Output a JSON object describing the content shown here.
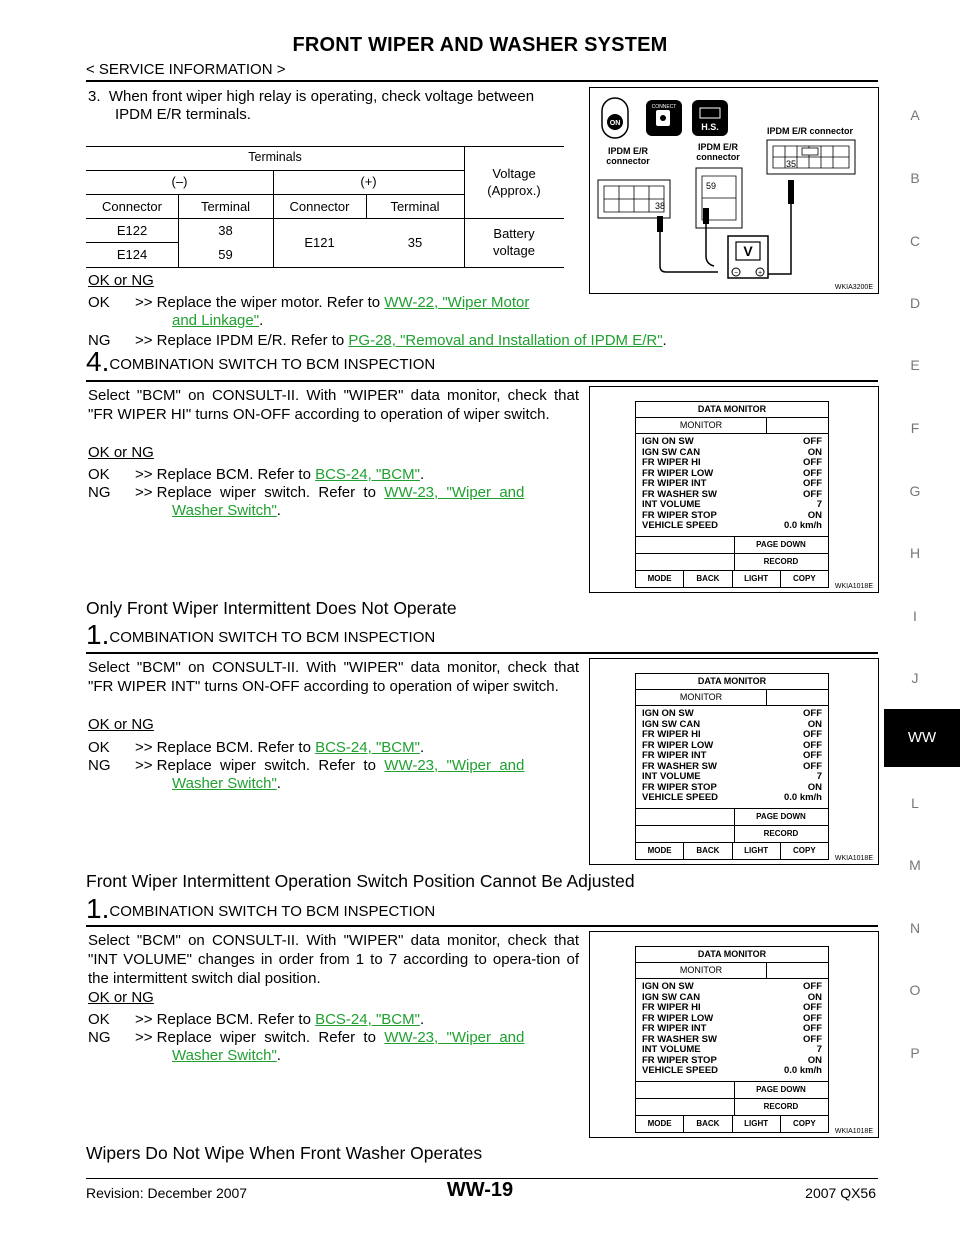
{
  "header": {
    "title": "FRONT WIPER AND WASHER SYSTEM",
    "subtitle": "< SERVICE INFORMATION >"
  },
  "side_index": {
    "letters": [
      "A",
      "B",
      "C",
      "D",
      "E",
      "F",
      "G",
      "H",
      "I",
      "J",
      "WW",
      "L",
      "M",
      "N",
      "O",
      "P"
    ],
    "active": "WW"
  },
  "step3": {
    "text_a": "3.  When front wiper high relay is operating, check voltage between",
    "text_b": "IPDM E/R terminals.",
    "table": {
      "terminals": "Terminals",
      "minus": "(–)",
      "plus": "(+)",
      "voltage": "Voltage",
      "approx": "(Approx.)",
      "col_connector": "Connector",
      "col_terminal": "Terminal",
      "rows": [
        {
          "connector": "E122",
          "terminal": "38"
        },
        {
          "connector": "E124",
          "terminal": "59"
        }
      ],
      "plus_connector": "E121",
      "plus_terminal": "35",
      "battery_a": "Battery",
      "battery_b": "voltage"
    },
    "ok_ng": "OK or NG",
    "ok_label": "OK",
    "ok_text": ">> Replace the wiper motor. Refer to ",
    "ok_link_a": "WW-22, \"Wiper Motor",
    "ok_link_b": "and Linkage\"",
    "ng_label": "NG",
    "ng_text": ">> Replace IPDM E/R. Refer to ",
    "ng_link": "PG-28, \"Removal and Installation of IPDM E/R\"",
    "figure": {
      "id": "WKIA3200E",
      "ipdm1_a": "IPDM E/R",
      "ipdm1_b": "connector",
      "ipdm2_a": "IPDM E/R",
      "ipdm2_b": "connector",
      "ipdm3": "IPDM E/R connector",
      "pin38": "38",
      "pin59": "59",
      "pin35": "35",
      "connect": "CONNECT",
      "on": "ON",
      "hs": "H.S.",
      "meter": "V",
      "minus": "−",
      "plus": "+"
    }
  },
  "step4": {
    "num": "4.",
    "title": "COMBINATION SWITCH TO BCM INSPECTION",
    "text": "Select \"BCM\" on CONSULT-II. With \"WIPER\" data monitor, check that \"FR WIPER HI\" turns ON-OFF according to operation of wiper switch.",
    "ok_ng": "OK or NG",
    "ok_label": "OK",
    "ok_text": ">> Replace BCM. Refer to ",
    "ok_link": "BCS-24, \"BCM\"",
    "ng_label": "NG",
    "ng_text": ">> Replace  wiper  switch.  Refer  to  ",
    "ng_link_a": "WW-23,  \"Wiper  and",
    "ng_link_b": "Washer Switch\""
  },
  "section_b": {
    "heading": "Only Front Wiper Intermittent Does Not Operate",
    "num": "1.",
    "title": "COMBINATION SWITCH TO BCM INSPECTION",
    "text": "Select \"BCM\" on CONSULT-II. With \"WIPER\" data monitor, check that \"FR WIPER INT\" turns ON-OFF according to operation of wiper switch.",
    "ok_ng": "OK or NG",
    "ok_label": "OK",
    "ok_text": ">> Replace BCM. Refer to ",
    "ok_link": "BCS-24, \"BCM\"",
    "ng_label": "NG",
    "ng_text": ">> Replace  wiper  switch.  Refer  to  ",
    "ng_link_a": "WW-23,  \"Wiper  and",
    "ng_link_b": "Washer Switch\""
  },
  "section_c": {
    "heading": "Front Wiper Intermittent Operation Switch Position Cannot Be Adjusted",
    "num": "1.",
    "title": "COMBINATION SWITCH TO BCM INSPECTION",
    "text": "Select \"BCM\" on CONSULT-II. With \"WIPER\" data monitor, check that \"INT VOLUME\" changes in order from 1 to 7 according to opera-tion of the intermittent switch dial position.",
    "ok_ng": "OK or NG",
    "ok_label": "OK",
    "ok_text": ">> Replace BCM. Refer to ",
    "ok_link": "BCS-24, \"BCM\"",
    "ng_label": "NG",
    "ng_text": ">> Replace  wiper  switch.  Refer  to  ",
    "ng_link_a": "WW-23,  \"Wiper  and",
    "ng_link_b": "Washer Switch\""
  },
  "section_d": {
    "heading": "Wipers Do Not Wipe When Front Washer Operates"
  },
  "monitor": {
    "id": "WKIA1018E",
    "title": "DATA MONITOR",
    "header": "MONITOR",
    "rows": [
      {
        "label": "IGN ON SW",
        "value": "OFF"
      },
      {
        "label": "IGN SW CAN",
        "value": "ON"
      },
      {
        "label": "FR WIPER HI",
        "value": "OFF"
      },
      {
        "label": "FR WIPER LOW",
        "value": "OFF"
      },
      {
        "label": "FR WIPER INT",
        "value": "OFF"
      },
      {
        "label": "FR WASHER SW",
        "value": "OFF"
      },
      {
        "label": "INT VOLUME",
        "value": "7"
      },
      {
        "label": "FR WIPER STOP",
        "value": "ON"
      },
      {
        "label": "VEHICLE SPEED",
        "value": "0.0 km/h"
      }
    ],
    "page_down": "PAGE DOWN",
    "record": "RECORD",
    "buttons": [
      "MODE",
      "BACK",
      "LIGHT",
      "COPY"
    ]
  },
  "footer": {
    "revision": "Revision: December 2007",
    "page": "WW-19",
    "model": "2007 QX56"
  }
}
